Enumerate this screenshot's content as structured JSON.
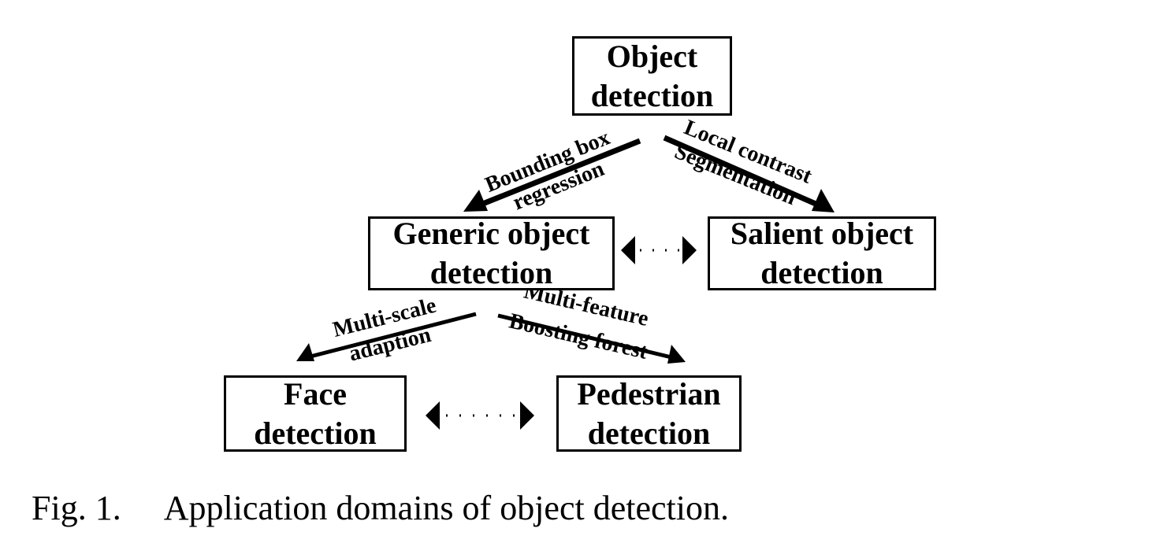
{
  "nodes": {
    "object_detection": [
      "Object",
      "detection"
    ],
    "generic_object_detection": [
      "Generic object",
      "detection"
    ],
    "salient_object_detection": [
      "Salient object",
      "detection"
    ],
    "face_detection": [
      "Face",
      "detection"
    ],
    "pedestrian_detection": [
      "Pedestrian",
      "detection"
    ]
  },
  "edges": {
    "to_generic": [
      "Bounding box",
      "regression"
    ],
    "to_salient": [
      "Local contrast",
      "Segmentation"
    ],
    "to_face": [
      "Multi-scale",
      "adaption"
    ],
    "to_pedestrian": [
      "Multi-feature",
      "Boosting forest"
    ]
  },
  "caption": {
    "label": "Fig. 1.",
    "text": "Application domains of object detection."
  }
}
